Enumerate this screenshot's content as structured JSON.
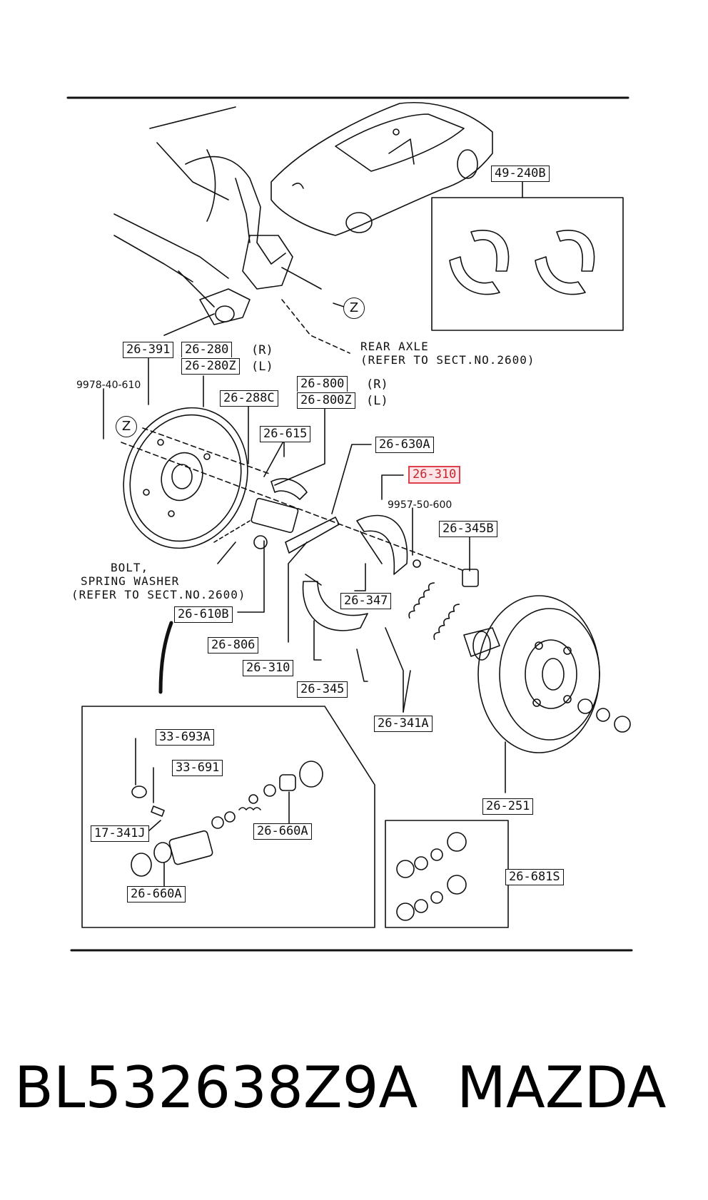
{
  "labels": {
    "p49_240B": "49-240B",
    "p26_391": "26-391",
    "p26_280": "26-280",
    "p26_280_side": "(R)",
    "p26_280Z": "26-280Z",
    "p26_280Z_side": "(L)",
    "p9978": "9978-40-610",
    "p26_288C": "26-288C",
    "p26_800": "26-800",
    "p26_800_side": "(R)",
    "p26_800Z": "26-800Z",
    "p26_800Z_side": "(L)",
    "p26_615": "26-615",
    "p26_630A": "26-630A",
    "p26_310_top": "26-310",
    "p9957": "9957-50-600",
    "p26_345B": "26-345B",
    "p26_347": "26-347",
    "p26_610B": "26-610B",
    "p26_806": "26-806",
    "p26_310_bottom": "26-310",
    "p26_345": "26-345",
    "p26_341A": "26-341A",
    "p33_693A": "33-693A",
    "p33_691": "33-691",
    "p17_341J": "17-341J",
    "p26_660A_right": "26-660A",
    "p26_660A_left": "26-660A",
    "p26_251": "26-251",
    "p26_681S": "26-681S",
    "z_top": "Z",
    "z_left": "Z"
  },
  "notes": {
    "rear_axle_line1": "REAR AXLE",
    "rear_axle_line2": "(REFER TO SECT.NO.2600)",
    "bolt_line1": "BOLT,",
    "bolt_line2": "SPRING WASHER",
    "bolt_line3": "(REFER TO SECT.NO.2600)"
  },
  "footer": {
    "part_number": "BL532638Z9A",
    "brand": "MAZDA"
  },
  "highlight_color": "#e0404a"
}
